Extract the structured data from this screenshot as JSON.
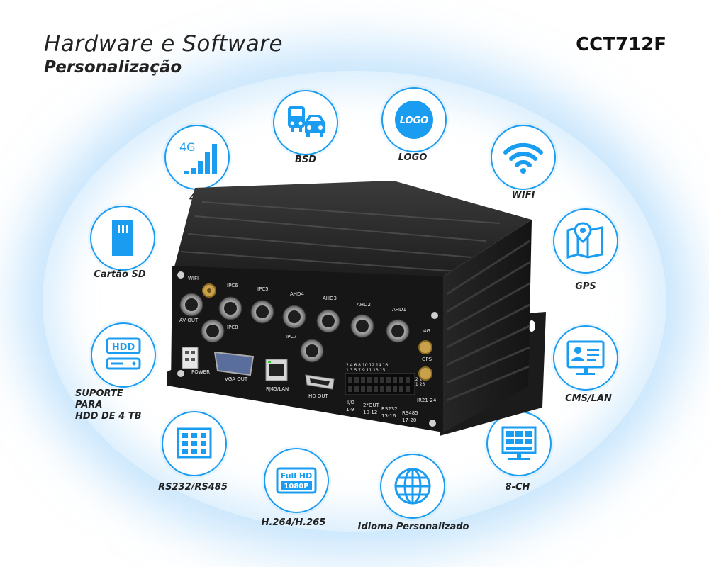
{
  "header": {
    "title_line1": "Hardware e Software",
    "title_line2": "Personalização",
    "model": "CCT712F"
  },
  "features": [
    {
      "id": "4g",
      "label": "4G",
      "icon": "signal-4g-icon"
    },
    {
      "id": "bsd",
      "label": "BSD",
      "icon": "vehicles-bsd-icon"
    },
    {
      "id": "logo",
      "label": "LOGO",
      "icon": "logo-badge-icon"
    },
    {
      "id": "wifi",
      "label": "WIFI",
      "icon": "wifi-icon"
    },
    {
      "id": "sd",
      "label": "Cartão SD",
      "icon": "sd-card-icon"
    },
    {
      "id": "gps",
      "label": "GPS",
      "icon": "map-pin-icon"
    },
    {
      "id": "hdd",
      "label": "SUPORTE PARA\nHDD DE 4 TB",
      "icon": "hdd-icon"
    },
    {
      "id": "cms",
      "label": "CMS/LAN",
      "icon": "monitor-user-icon"
    },
    {
      "id": "rs",
      "label": "RS232/RS485",
      "icon": "serial-port-icon"
    },
    {
      "id": "codec",
      "label": "H.264/H.265",
      "icon": "full-hd-icon"
    },
    {
      "id": "lang",
      "label": "Idioma Personalizado",
      "icon": "globe-icon"
    },
    {
      "id": "ch",
      "label": "8-CH",
      "icon": "grid-screen-icon"
    }
  ],
  "icon_text": {
    "g4": "4G",
    "logo": "LOGO",
    "hdd": "HDD",
    "fullhd": "Full HD",
    "res": "1080P"
  },
  "device_labels": {
    "wifi": "WIFI",
    "ipc6": "IPC6",
    "ipc5": "IPC5",
    "ahd4": "AHD4",
    "ahd3": "AHD3",
    "ahd2": "AHD2",
    "ahd1": "AHD1",
    "av_out": "AV OUT",
    "ipc8": "IPC8",
    "ipc7": "IPC7",
    "g4": "4G",
    "gps": "GPS",
    "power": "POWER",
    "vga_out": "VGA OUT",
    "rj45": "RJ45/LAN",
    "hd_out": "HD OUT",
    "io_a": "I/O",
    "io_b": "1-9",
    "out_a": "2*OUT",
    "out_b": "10-12",
    "rs232_a": "RS232",
    "rs232_b": "13-16",
    "rs485_a": "RS485",
    "rs485_b": "17-20",
    "ir": "IR21-24",
    "pins_top": "2 4 6 8 10 12 14 16",
    "pins_bot": "1 3 5 7 9 11 13 15",
    "pins_r1": "18 20 22 24",
    "pins_r2": "17 19 21 23"
  },
  "colors": {
    "accent": "#1a9cf0",
    "device_body": "#2a2a2a",
    "text": "#222222"
  }
}
